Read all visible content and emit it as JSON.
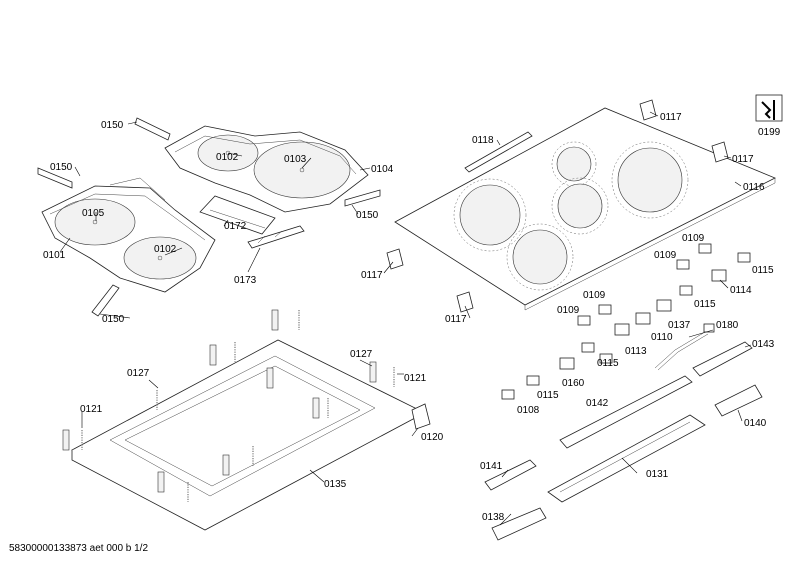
{
  "diagram": {
    "footer_code": "58300000133873 aet 000 b 1/2",
    "labels": {
      "l0150a": "0150",
      "l0150b": "0150",
      "l0150c": "0150",
      "l0150d": "0150",
      "l0102a": "0102",
      "l0102b": "0102",
      "l0103": "0103",
      "l0104": "0104",
      "l0105": "0105",
      "l0101": "0101",
      "l0172": "0172",
      "l0173": "0173",
      "l0117a": "0117",
      "l0117b": "0117",
      "l0117c": "0117",
      "l0117d": "0117",
      "l0118": "0118",
      "l0116": "0116",
      "l0199": "0199",
      "l0109a": "0109",
      "l0109b": "0109",
      "l0109c": "0109",
      "l0109d": "0109",
      "l0115a": "0115",
      "l0115b": "0115",
      "l0115c": "0115",
      "l0115d": "0115",
      "l0114": "0114",
      "l0137": "0137",
      "l0110": "0110",
      "l0113": "0113",
      "l0180": "0180",
      "l0143": "0143",
      "l0160": "0160",
      "l0108": "0108",
      "l0142": "0142",
      "l0140": "0140",
      "l0141": "0141",
      "l0131": "0131",
      "l0138": "0138",
      "l0127a": "0127",
      "l0127b": "0127",
      "l0121a": "0121",
      "l0121b": "0121",
      "l0120": "0120",
      "l0135": "0135"
    }
  }
}
